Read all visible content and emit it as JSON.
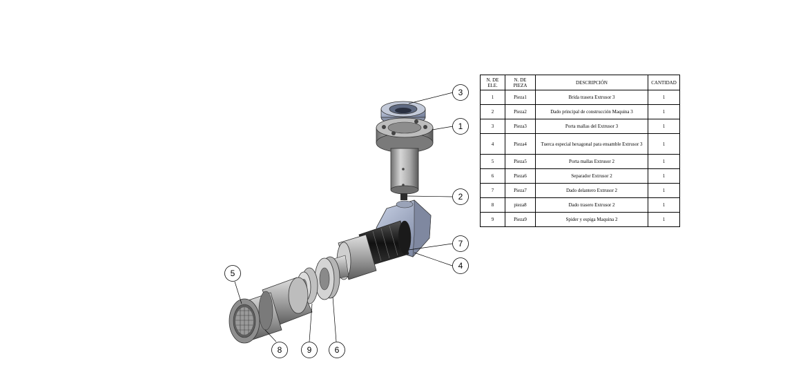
{
  "bom": {
    "headers": [
      "N. DE ELE.",
      "N. DE PIEZA",
      "DESCRIPCIÓN",
      "CANTIDAD"
    ],
    "rows": [
      {
        "ele": "1",
        "pieza": "Pieza1",
        "descripcion": "Brida trasera Extrusor 3",
        "cantidad": "1"
      },
      {
        "ele": "2",
        "pieza": "Pieza2",
        "descripcion": "Dado principal de construcción Maquina 3",
        "cantidad": "1"
      },
      {
        "ele": "3",
        "pieza": "Pieza3",
        "descripcion": "Porta mallas del Extrusor 3",
        "cantidad": "1"
      },
      {
        "ele": "4",
        "pieza": "Pieza4",
        "descripcion": "Tuerca especial hexagonal para ensamble Extrusor 3",
        "cantidad": "1"
      },
      {
        "ele": "5",
        "pieza": "Pieza5",
        "descripcion": "Porta mallas Extrusor 2",
        "cantidad": "1"
      },
      {
        "ele": "6",
        "pieza": "Pieza6",
        "descripcion": "Separador Extrusor 2",
        "cantidad": "1"
      },
      {
        "ele": "7",
        "pieza": "Pieza7",
        "descripcion": "Dado delantero Extrusor 2",
        "cantidad": "1"
      },
      {
        "ele": "8",
        "pieza": "pieza8",
        "descripcion": "Dado trasero Extrusor 2",
        "cantidad": "1"
      },
      {
        "ele": "9",
        "pieza": "Pieza9",
        "descripcion": "Spider y espiga Maquina 2",
        "cantidad": "1"
      }
    ]
  },
  "balloons": [
    "3",
    "1",
    "2",
    "7",
    "4",
    "5",
    "8",
    "9",
    "6"
  ]
}
